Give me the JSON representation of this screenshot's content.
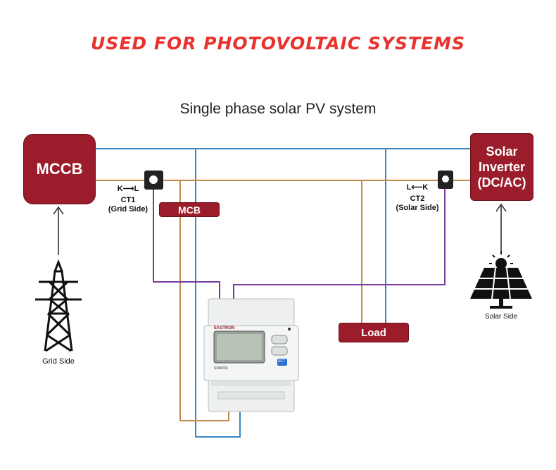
{
  "header": {
    "headline": "USED FOR PHOTOVOLTAIC SYSTEMS",
    "subtitle": "Single phase solar PV system"
  },
  "nodes": {
    "mccb": "MCCB",
    "inverter_line1": "Solar",
    "inverter_line2": "Inverter",
    "inverter_line3": "(DC/AC)",
    "mcb": "MCB",
    "load": "Load",
    "grid_side": "Grid Side",
    "solar_side": "Solar Side"
  },
  "ct1": {
    "direction": "K⟶L",
    "name": "CT1",
    "side": "(Grid Side)"
  },
  "ct2": {
    "direction": "L⟵K",
    "name": "CT2",
    "side": "(Solar Side)"
  },
  "meter": {
    "brand": "EASTRON",
    "model": "SDM230",
    "set_label": "SET"
  },
  "colors": {
    "box": "#9b1c2a",
    "live_wire": "#c08a4a",
    "neutral_wire": "#3a86c0",
    "ct_wire": "#7a3aa0",
    "headline": "#e8322d"
  }
}
